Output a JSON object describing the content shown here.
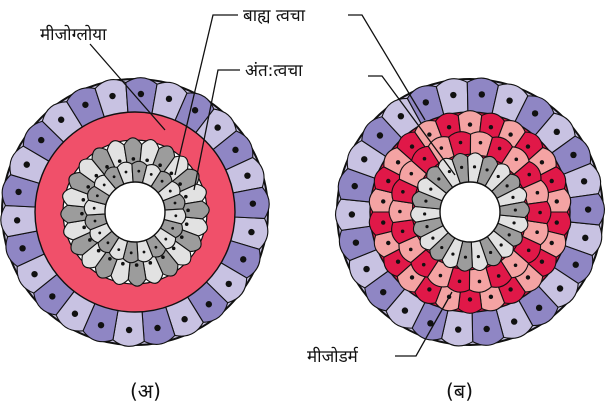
{
  "labels": {
    "mesoglea": "मीजोग्लोया",
    "ectoderm": "बाह्य त्वचा",
    "endoderm": "अंत:त्वचा",
    "mesoderm": "मीजोडर्म"
  },
  "captions": {
    "left": "(अ)",
    "right": "(ब)"
  },
  "colors": {
    "ectoderm_light": "#c8c2e2",
    "ectoderm_dark": "#8f86c4",
    "mesoglea": "#f0506a",
    "endoderm_light": "#e2e2e2",
    "endoderm_dark": "#9c9c9c",
    "mesoderm_red": "#e01848",
    "mesoderm_pink": "#f4a3a3"
  }
}
